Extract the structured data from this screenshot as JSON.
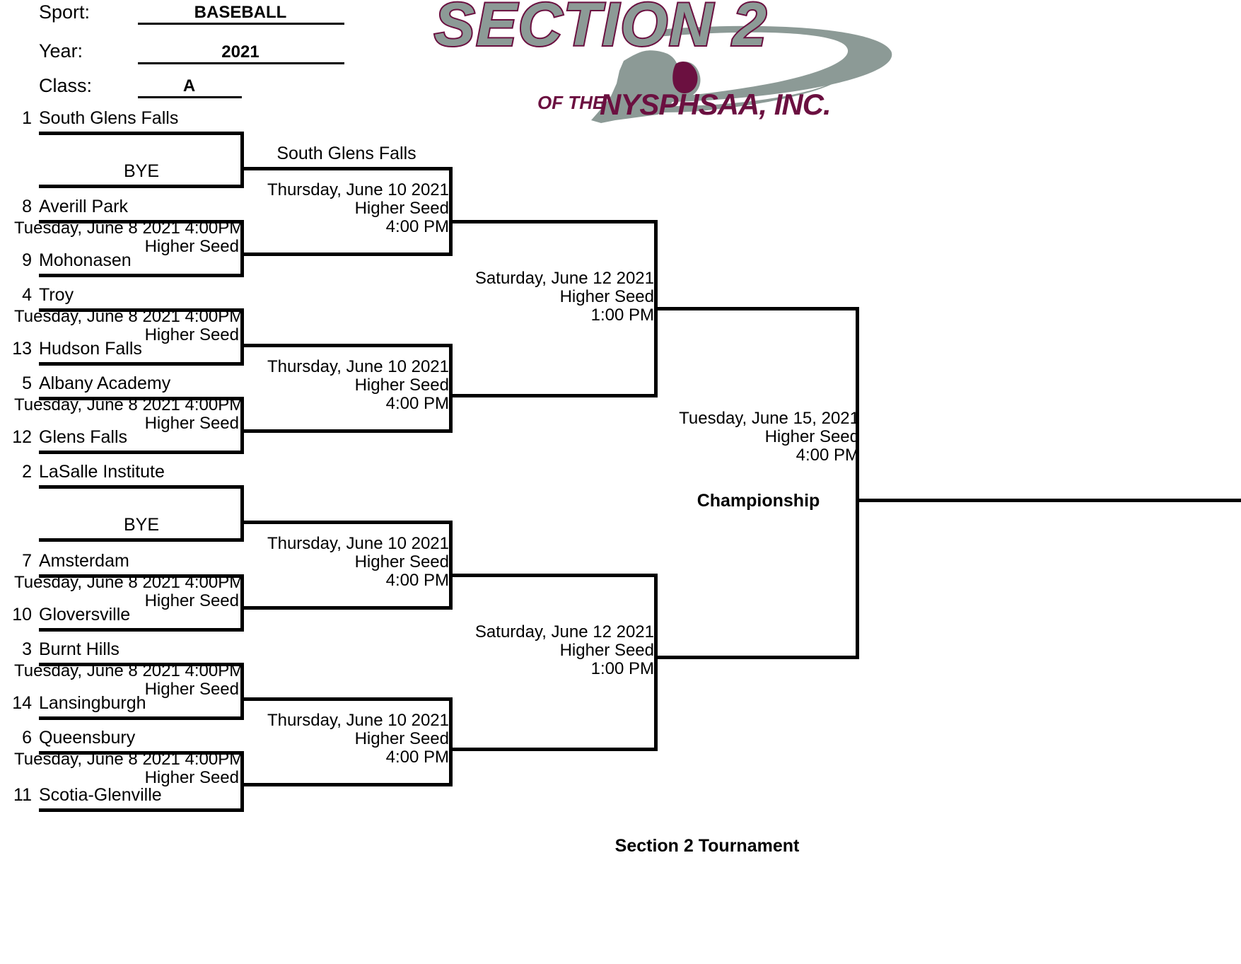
{
  "form": {
    "sport_label": "Sport:",
    "sport_value": "BASEBALL",
    "year_label": "Year:",
    "year_value": "2021",
    "class_label": "Class:",
    "class_value": "A"
  },
  "logo": {
    "line1": "SECTION 2",
    "line2_small": "OF THE",
    "line2_main": "NYSPHSAA, INC.",
    "gray": "#8c9a96",
    "maroon": "#6b1040"
  },
  "footer": {
    "title": "Section 2 Tournament"
  },
  "bracket": {
    "bye_label": "BYE",
    "round1": [
      {
        "top_seed": "1",
        "top_team": "South Glens Falls",
        "bottom_seed": "",
        "bottom_team": "BYE",
        "info_line1": "",
        "info_line2": "",
        "info_line3": ""
      },
      {
        "top_seed": "8",
        "top_team": "Averill Park",
        "bottom_seed": "9",
        "bottom_team": "Mohonasen",
        "info_line1": "Tuesday, June 8 2021 4:00PM",
        "info_line2": "Higher Seed",
        "info_line3": ""
      },
      {
        "top_seed": "4",
        "top_team": "Troy",
        "bottom_seed": "13",
        "bottom_team": "Hudson Falls",
        "info_line1": "Tuesday, June 8 2021 4:00PM",
        "info_line2": "Higher Seed",
        "info_line3": ""
      },
      {
        "top_seed": "5",
        "top_team": "Albany Academy",
        "bottom_seed": "12",
        "bottom_team": "Glens Falls",
        "info_line1": "Tuesday, June 8 2021 4:00PM",
        "info_line2": "Higher Seed",
        "info_line3": ""
      },
      {
        "top_seed": "2",
        "top_team": "LaSalle Institute",
        "bottom_seed": "",
        "bottom_team": "BYE",
        "info_line1": "",
        "info_line2": "",
        "info_line3": ""
      },
      {
        "top_seed": "7",
        "top_team": "Amsterdam",
        "bottom_seed": "10",
        "bottom_team": "Gloversville",
        "info_line1": "Tuesday, June 8 2021 4:00PM",
        "info_line2": "Higher Seed",
        "info_line3": ""
      },
      {
        "top_seed": "3",
        "top_team": "Burnt Hills",
        "bottom_seed": "14",
        "bottom_team": "Lansingburgh",
        "info_line1": "Tuesday, June 8 2021 4:00PM",
        "info_line2": "Higher Seed",
        "info_line3": ""
      },
      {
        "top_seed": "6",
        "top_team": "Queensbury",
        "bottom_seed": "11",
        "bottom_team": "Scotia-Glenville",
        "info_line1": "Tuesday, June 8 2021 4:00PM",
        "info_line2": "Higher Seed",
        "info_line3": ""
      }
    ],
    "round2": [
      {
        "winner": "South Glens Falls",
        "info_line1": "Thursday, June 10 2021",
        "info_line2": "Higher Seed",
        "info_line3": "4:00 PM"
      },
      {
        "winner": "",
        "info_line1": "Thursday, June 10 2021",
        "info_line2": "Higher Seed",
        "info_line3": "4:00 PM"
      },
      {
        "winner": "",
        "info_line1": "Thursday, June 10 2021",
        "info_line2": "Higher Seed",
        "info_line3": "4:00 PM"
      },
      {
        "winner": "",
        "info_line1": "Thursday, June 10 2021",
        "info_line2": "Higher Seed",
        "info_line3": "4:00 PM"
      }
    ],
    "round3": [
      {
        "winner": "",
        "info_line1": "Saturday, June 12 2021",
        "info_line2": "Higher Seed",
        "info_line3": "1:00 PM"
      },
      {
        "winner": "",
        "info_line1": "Saturday, June 12 2021",
        "info_line2": "Higher Seed",
        "info_line3": "1:00 PM"
      }
    ],
    "final": {
      "winner": "",
      "info_line1": "Tuesday, June 15, 2021",
      "info_line2": "Higher Seed",
      "info_line3": "4:00 PM",
      "label": "Championship"
    }
  }
}
